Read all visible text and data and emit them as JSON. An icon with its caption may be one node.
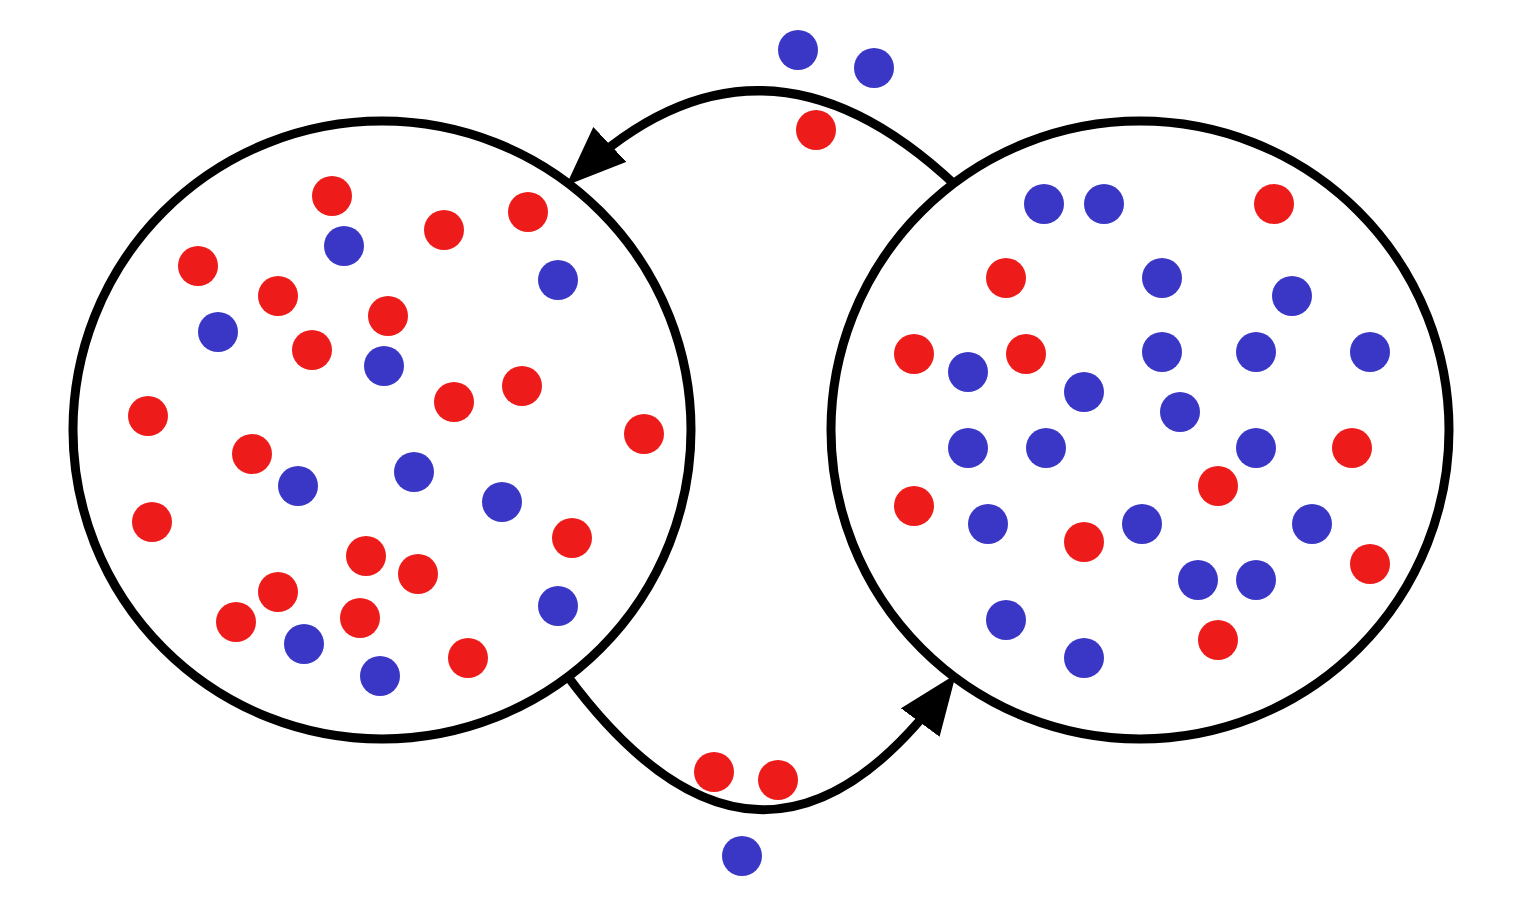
{
  "diagram": {
    "nodes": [
      {
        "text": [],
        "shape": "circle"
      },
      {
        "text": [],
        "shape": "circle"
      }
    ],
    "edges": [
      {
        "from": 1,
        "to": 0,
        "arrow": "to"
      },
      {
        "from": 0,
        "to": 1,
        "arrow": "to"
      }
    ]
  }
}
